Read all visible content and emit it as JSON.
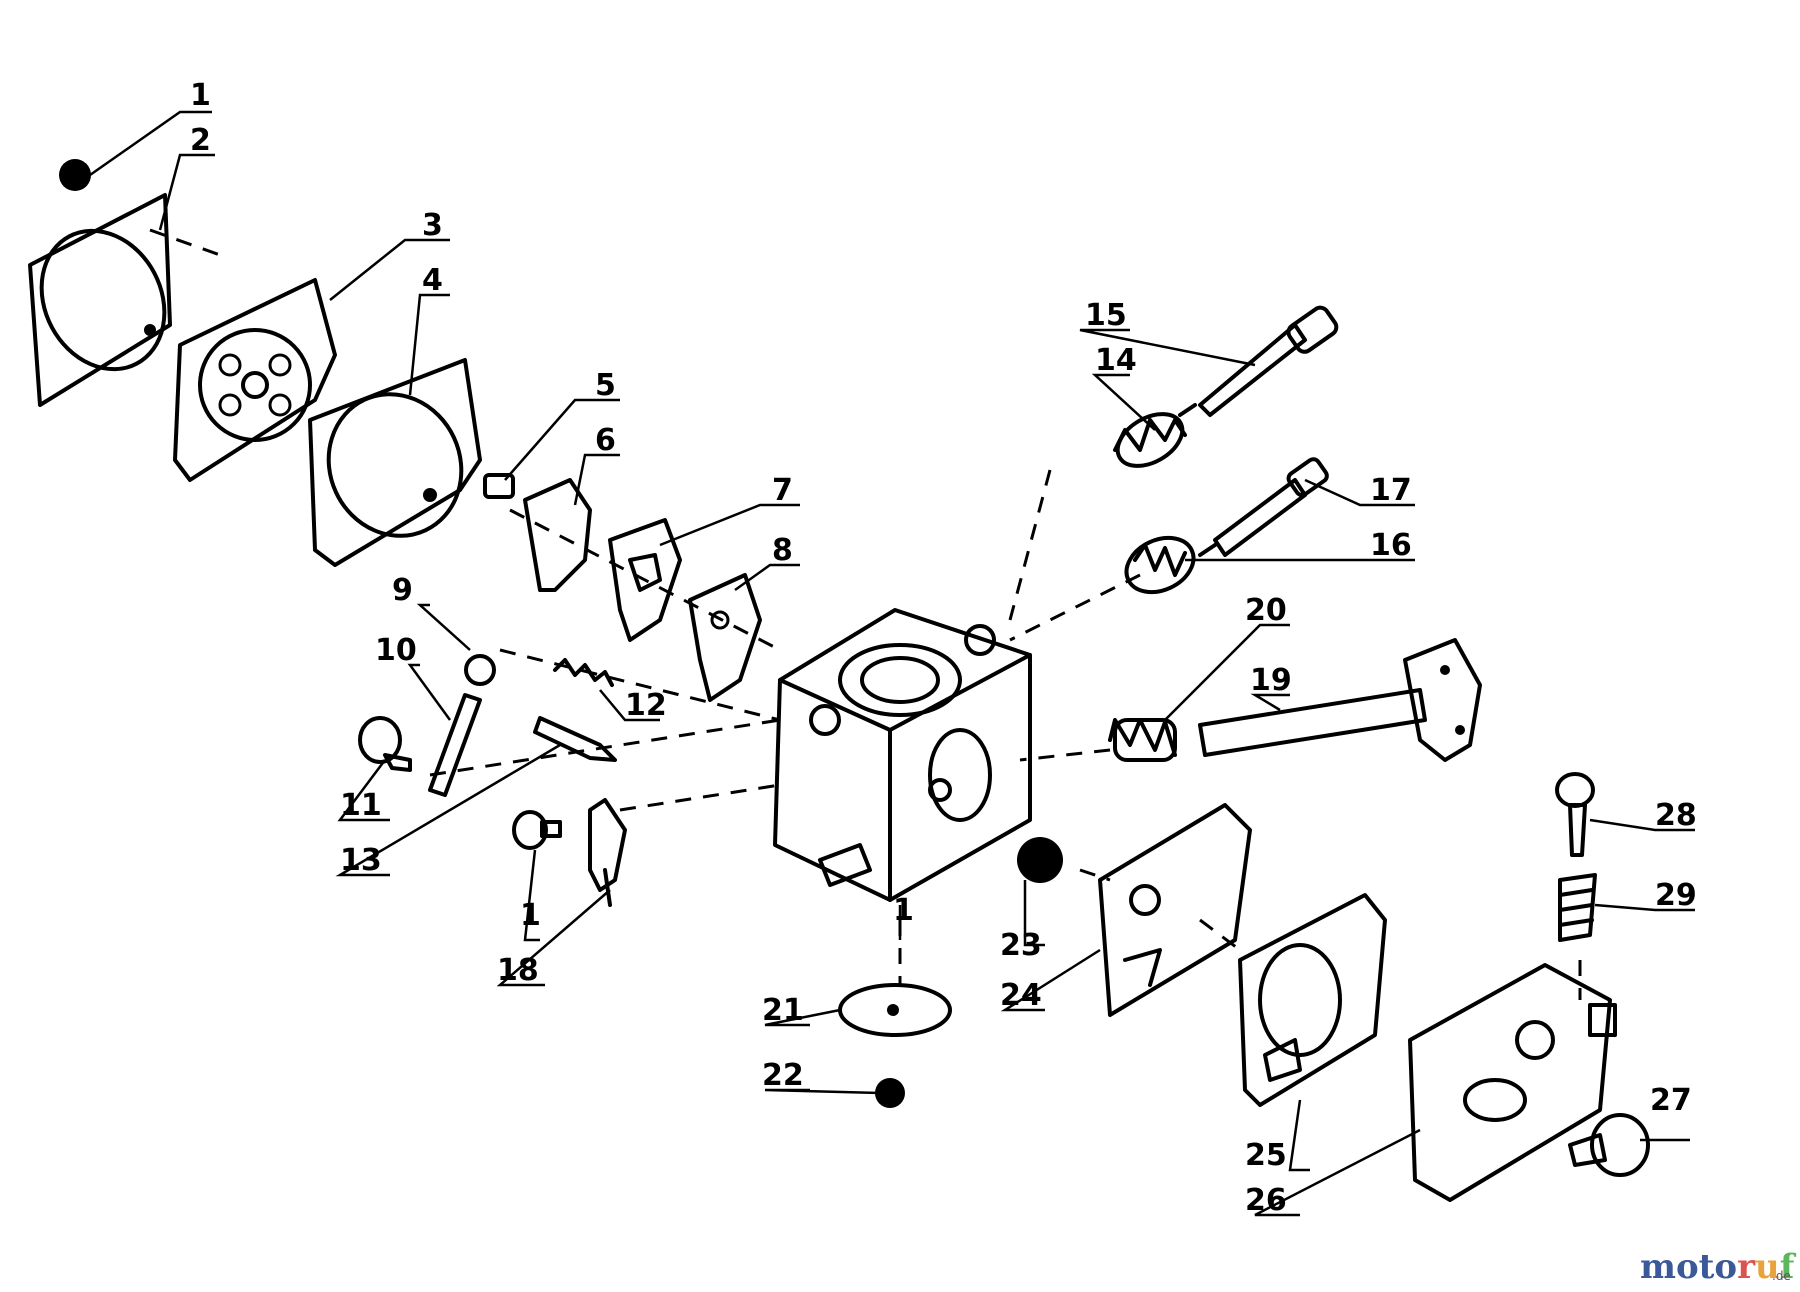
{
  "labels": [
    "1",
    "2",
    "3",
    "4",
    "5",
    "6",
    "7",
    "8",
    "9",
    "10",
    "11",
    "12",
    "13",
    "14",
    "15",
    "16",
    "17",
    "18",
    "19",
    "20",
    "21",
    "22",
    "23",
    "24",
    "25",
    "26",
    "27",
    "28",
    "29",
    "1",
    "1"
  ],
  "watermark": {
    "letters": [
      "m",
      "o",
      "t",
      "o",
      "r",
      "u",
      "f"
    ],
    "colors": [
      "#3b5998",
      "#3b5998",
      "#3b5998",
      "#3b5998",
      "#d9534f",
      "#e8a33d",
      "#5cb85c"
    ],
    "suffix": ".de"
  }
}
